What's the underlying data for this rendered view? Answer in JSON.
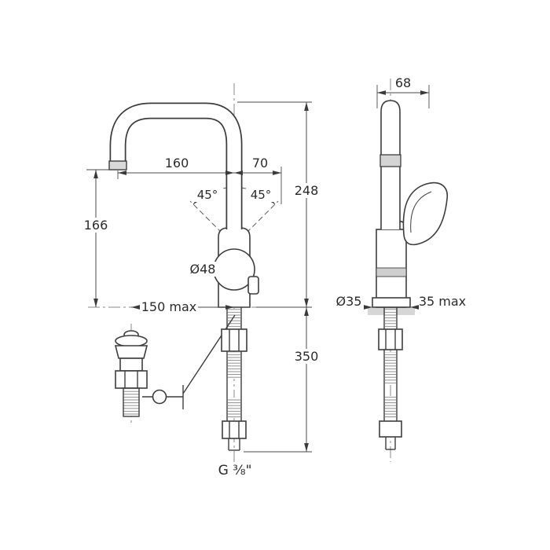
{
  "front": {
    "dim_spout_reach": "160",
    "dim_spout_offset": "70",
    "dim_height_overall": "248",
    "dim_outlet_height": "166",
    "dim_swivel_left": "45°",
    "dim_swivel_right": "45°",
    "dim_body_diameter": "Ø48",
    "dim_rod_reach_max": "150 max",
    "dim_supply_length": "350",
    "dim_inlet_thread": "G ⅜\""
  },
  "side": {
    "dim_depth": "68",
    "dim_base_diameter": "Ø35",
    "dim_deck_thickness_max": "35 max"
  },
  "style": {
    "background": "#ffffff",
    "line_color": "#3d3d3d",
    "dimension_color": "#4a4a4a",
    "centerline_color": "#8a8a8a",
    "shading_color": "#d6d6d6"
  }
}
